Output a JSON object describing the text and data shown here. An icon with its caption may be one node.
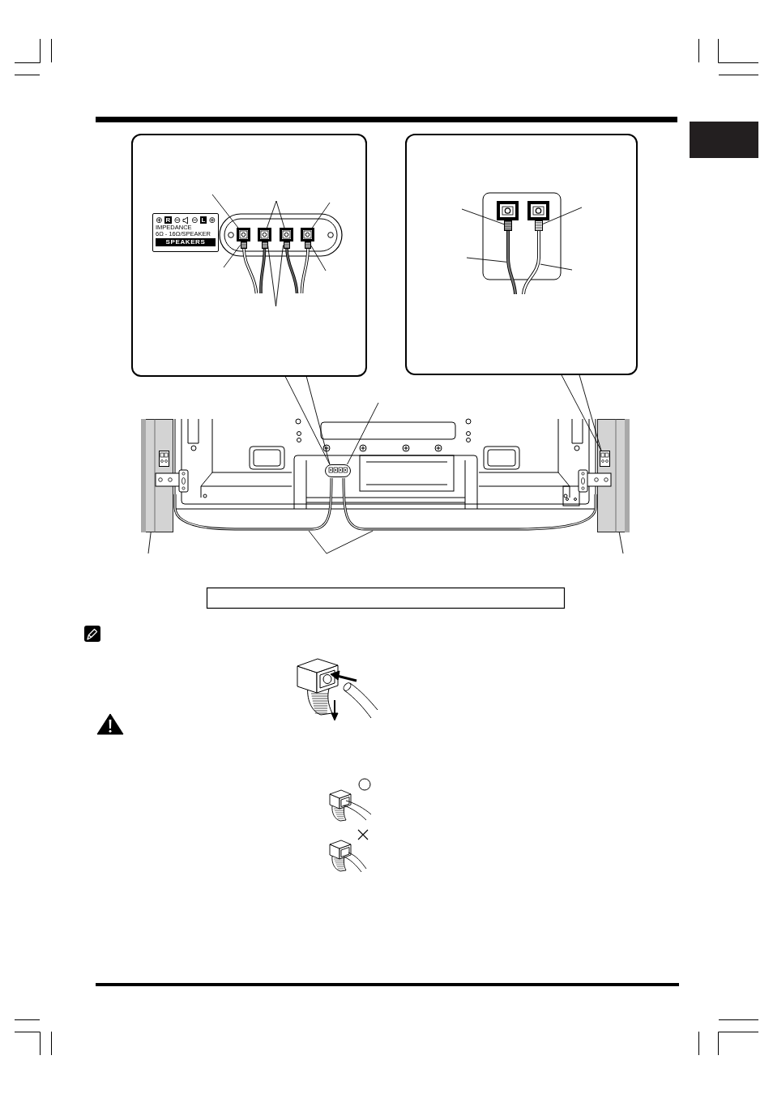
{
  "diagram": {
    "nodes": [
      {
        "text": [],
        "shape": "box"
      },
      {
        "text": [
          "⊕",
          "R",
          "⊖",
          "⊖",
          "L",
          "⊕",
          "IMPEDANCE",
          "6Ω - 16Ω/SPEAKER",
          "SPEAKERS"
        ],
        "in": 0
      },
      {
        "text": [],
        "shape": "box",
        "in": 0
      },
      {
        "text": [],
        "shape": "box",
        "in": 0
      },
      {
        "text": [],
        "shape": "box",
        "in": 0
      },
      {
        "text": [],
        "shape": "box",
        "in": 0
      },
      {
        "text": [],
        "shape": "box",
        "in": 0
      },
      {
        "text": [],
        "shape": "box",
        "in": 0
      },
      {
        "text": [],
        "shape": "box",
        "in": 0
      },
      {
        "text": [],
        "shape": "box",
        "in": 0
      },
      {
        "text": [],
        "shape": "cable",
        "in": 0
      },
      {
        "text": [],
        "shape": "cable",
        "in": 0
      },
      {
        "text": [],
        "shape": "cable",
        "in": 0
      },
      {
        "text": [],
        "shape": "cable",
        "in": 0
      },
      {
        "text": [],
        "shape": "box"
      },
      {
        "text": [],
        "shape": "box",
        "in": 14
      },
      {
        "text": [],
        "shape": "box",
        "in": 14
      },
      {
        "text": [],
        "shape": "cable",
        "in": 14
      },
      {
        "text": [],
        "shape": "cable",
        "in": 14
      },
      {
        "text": [],
        "shape": "box"
      },
      {
        "text": [],
        "shape": "bar"
      },
      {
        "text": [],
        "shape": "bar"
      },
      {
        "text": [],
        "shape": "box",
        "in": 21
      },
      {
        "text": [],
        "shape": "cable"
      },
      {
        "text": [],
        "shape": "cable"
      }
    ],
    "edges": [
      {
        "from": null,
        "to": 2,
        "arrow": "none"
      },
      {
        "from": null,
        "to": 3,
        "arrow": "none"
      },
      {
        "from": null,
        "to": 4,
        "arrow": "none"
      },
      {
        "from": null,
        "to": 5,
        "arrow": "none"
      },
      {
        "from": null,
        "to": 6,
        "arrow": "none"
      },
      {
        "from": null,
        "to": 7,
        "arrow": "none"
      },
      {
        "from": null,
        "to": 8,
        "arrow": "none"
      },
      {
        "from": null,
        "to": 9,
        "arrow": "none"
      },
      {
        "from": null,
        "to": 15,
        "arrow": "none"
      },
      {
        "from": null,
        "to": 16,
        "arrow": "none"
      },
      {
        "from": null,
        "to": 17,
        "arrow": "none"
      },
      {
        "from": null,
        "to": 18,
        "arrow": "none"
      },
      {
        "from": 0,
        "to": 19,
        "arrow": "none"
      },
      {
        "from": 14,
        "to": 22,
        "arrow": "none"
      },
      {
        "from": null,
        "to": 19,
        "arrow": "none"
      },
      {
        "from": null,
        "to": 20,
        "arrow": "none"
      },
      {
        "from": null,
        "to": 23,
        "arrow": "none"
      },
      {
        "from": null,
        "to": 24,
        "arrow": "none"
      },
      {
        "from": null,
        "to": 21,
        "arrow": "none"
      }
    ]
  }
}
